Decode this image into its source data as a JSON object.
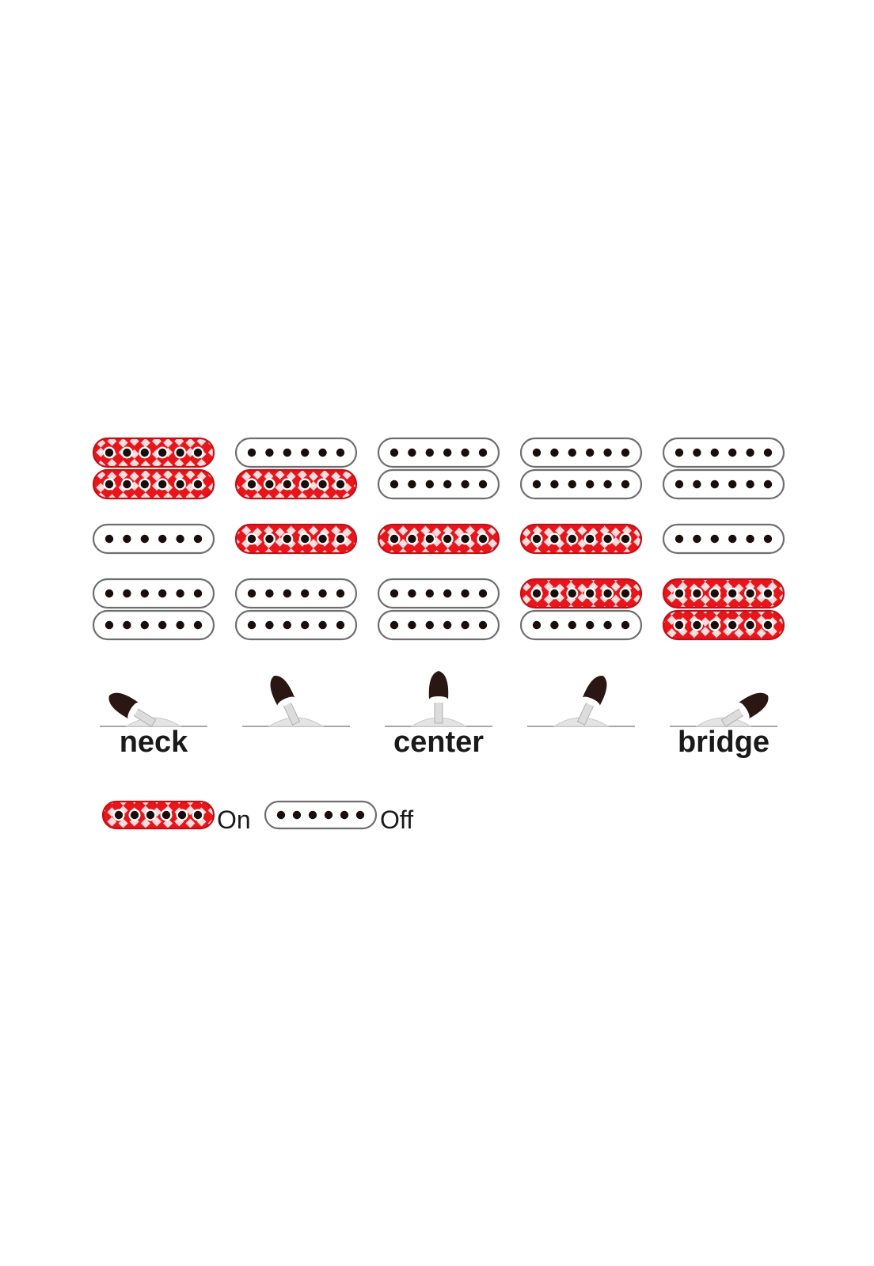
{
  "colors": {
    "on_fill": "#e8151b",
    "off_fill": "#ffffff",
    "outline": "#6e6e6e",
    "pole": "#1a0e0c",
    "lever": "#2a1612",
    "lever_base": "#e4e4e4"
  },
  "icons": {
    "pickup_on": "red-checkered-pickup-icon",
    "pickup_off": "white-pickup-icon",
    "switch": "toggle-switch-icon"
  },
  "positions": [
    {
      "label": "neck",
      "switch_angle_deg": -58,
      "pickups": {
        "neck": [
          "on",
          "on"
        ],
        "middle": [
          "off"
        ],
        "bridge": [
          "off",
          "off"
        ]
      }
    },
    {
      "label": "",
      "switch_angle_deg": -25,
      "pickups": {
        "neck": [
          "off",
          "on"
        ],
        "middle": [
          "on"
        ],
        "bridge": [
          "off",
          "off"
        ]
      }
    },
    {
      "label": "center",
      "switch_angle_deg": 0,
      "pickups": {
        "neck": [
          "off",
          "off"
        ],
        "middle": [
          "on"
        ],
        "bridge": [
          "off",
          "off"
        ]
      }
    },
    {
      "label": "",
      "switch_angle_deg": 25,
      "pickups": {
        "neck": [
          "off",
          "off"
        ],
        "middle": [
          "on"
        ],
        "bridge": [
          "on",
          "off"
        ]
      }
    },
    {
      "label": "bridge",
      "switch_angle_deg": 58,
      "pickups": {
        "neck": [
          "off",
          "off"
        ],
        "middle": [
          "off"
        ],
        "bridge": [
          "on",
          "on"
        ]
      }
    }
  ],
  "legend": {
    "on_label": "On",
    "off_label": "Off"
  }
}
